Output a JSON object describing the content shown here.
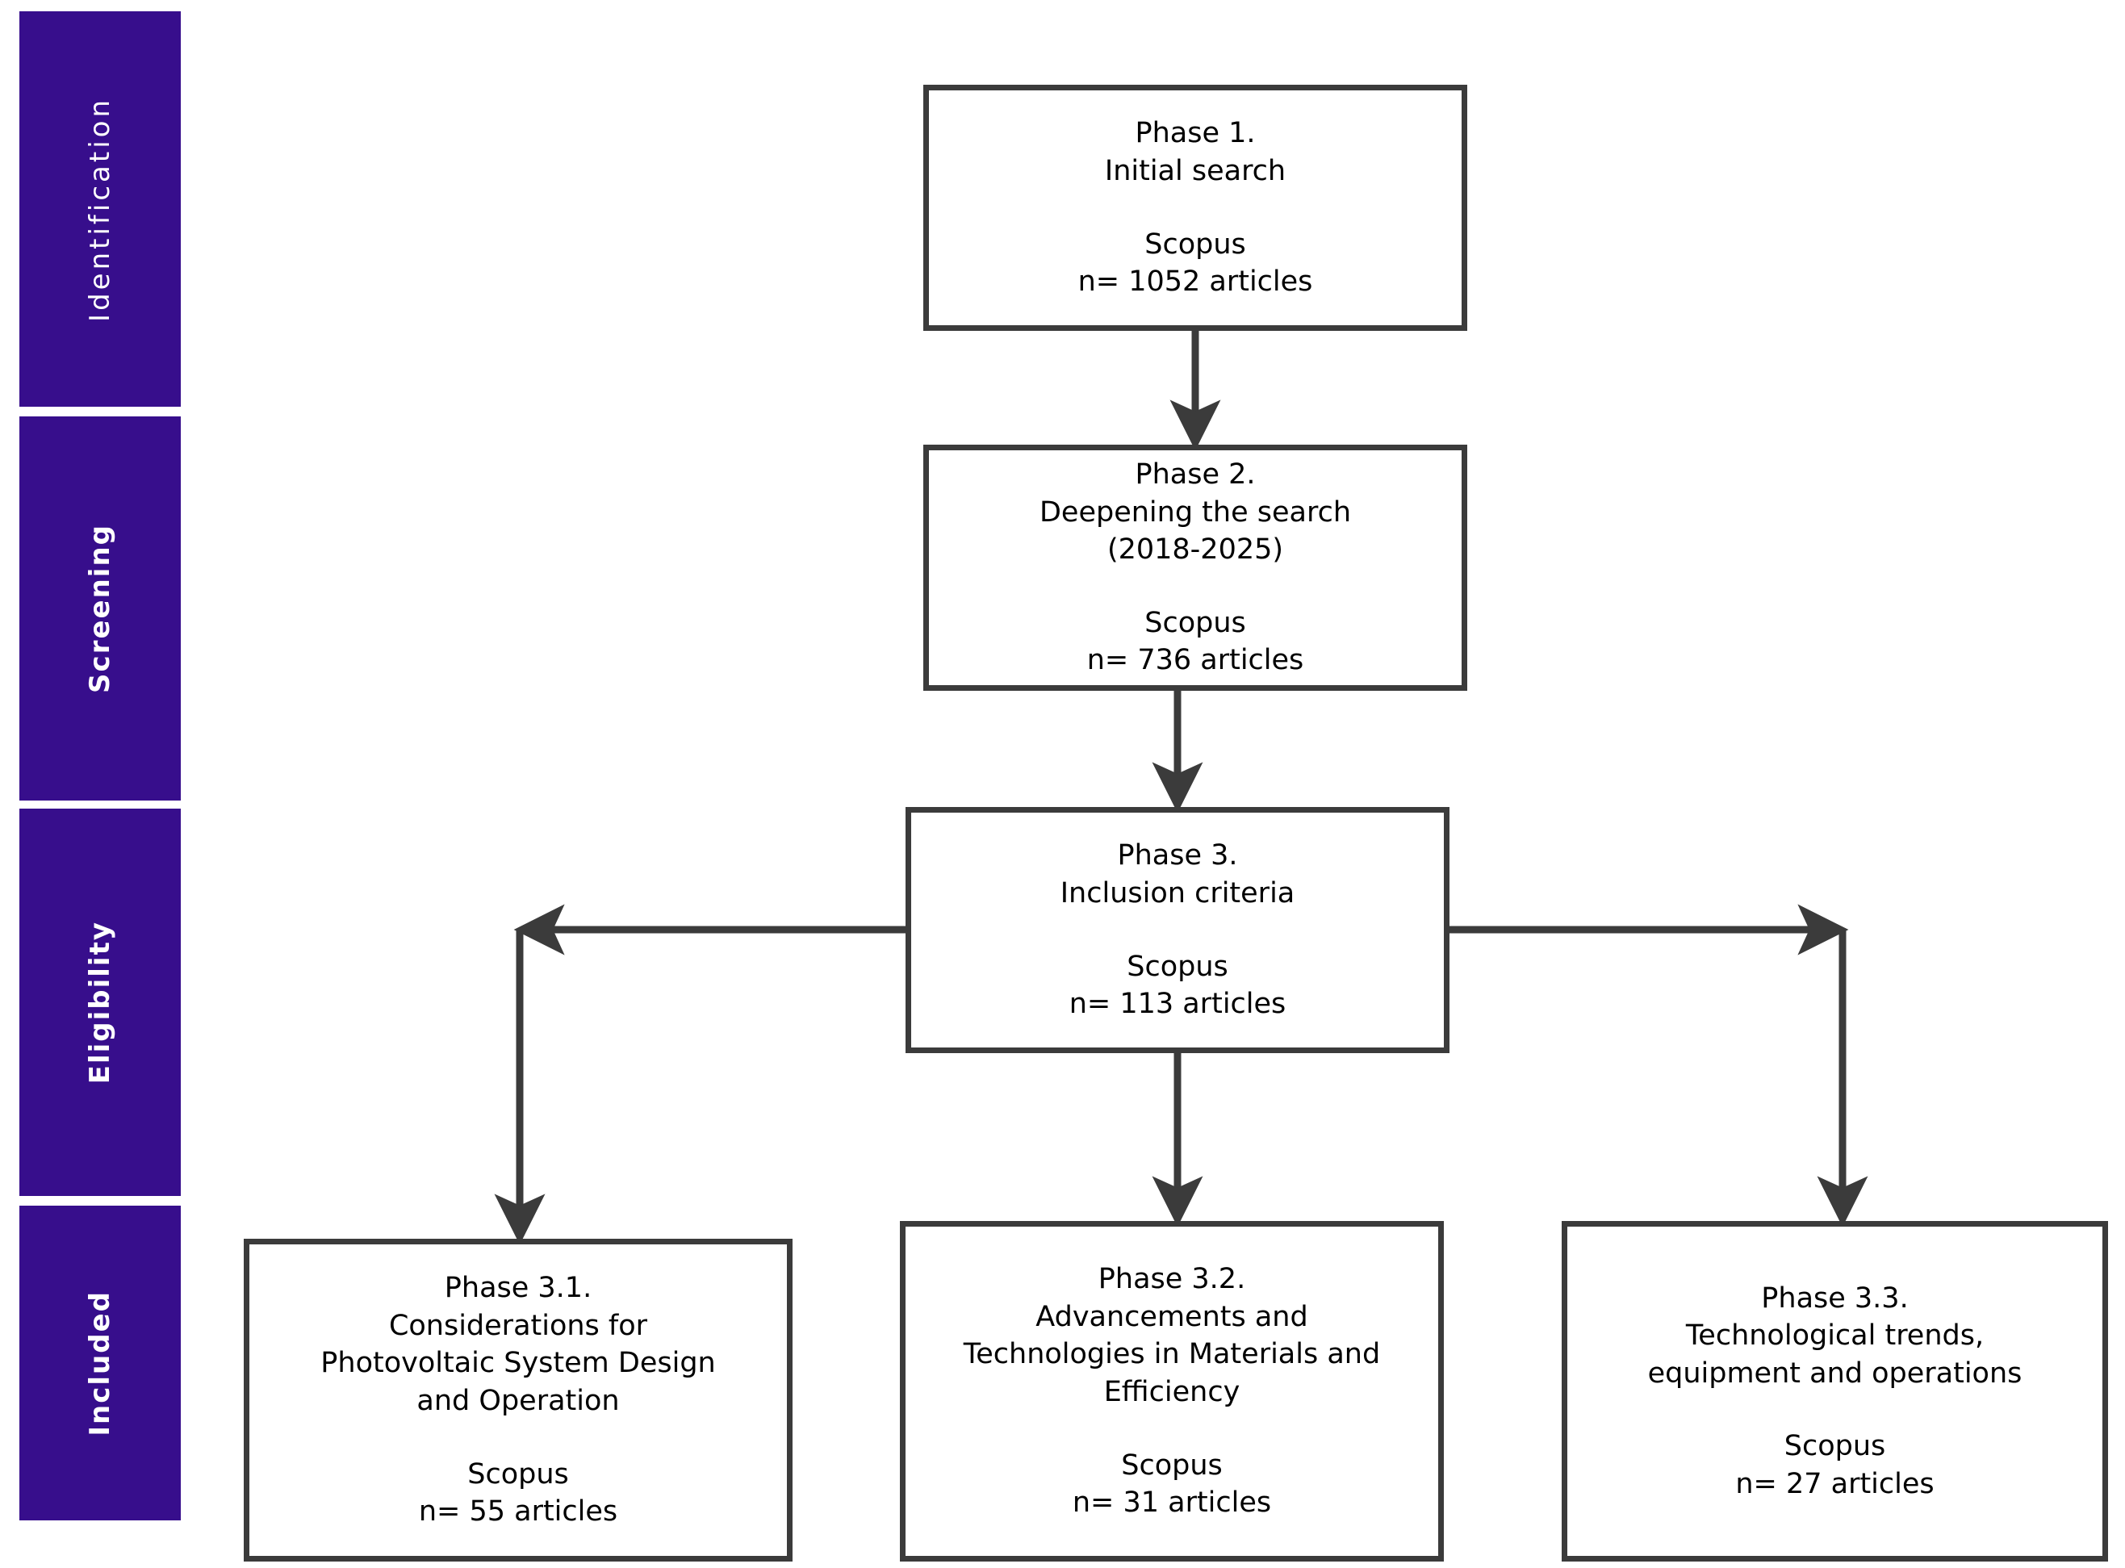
{
  "diagram": {
    "type": "prisma-flow-diagram",
    "accent_color": "#370E8C",
    "box_border_color": "#3b3b3b",
    "connector_color": "#3b3b3b",
    "background": "#ffffff"
  },
  "stages": [
    {
      "id": "identification",
      "label": "Identification",
      "weight": "light"
    },
    {
      "id": "screening",
      "label": "Screening",
      "weight": "bold"
    },
    {
      "id": "eligibility",
      "label": "Eligibility",
      "weight": "bold"
    },
    {
      "id": "included",
      "label": "Included",
      "weight": "bold"
    }
  ],
  "boxes": {
    "phase1": {
      "title": "Phase 1.\nInitial search",
      "source": "Scopus\nn= 1052  articles",
      "database": "Scopus",
      "count_text": "n= 1052  articles",
      "count": 1052
    },
    "phase2": {
      "title": "Phase 2.\nDeepening the search\n(2018-2025)",
      "source": "Scopus\nn= 736  articles",
      "database": "Scopus",
      "count_text": "n= 736  articles",
      "count": 736,
      "year_range": "2018-2025"
    },
    "phase3": {
      "title": "Phase 3.\nInclusion criteria",
      "source": "Scopus\nn= 113  articles",
      "database": "Scopus",
      "count_text": "n= 113  articles",
      "count": 113
    },
    "phase31": {
      "title": "Phase 3.1.\nConsiderations for\nPhotovoltaic System Design\nand Operation",
      "source": "Scopus\nn= 55 articles",
      "database": "Scopus",
      "count_text": "n= 55 articles",
      "count": 55
    },
    "phase32": {
      "title": "Phase 3.2.\nAdvancements and\nTechnologies in Materials and\nEfficiency",
      "source": "Scopus\nn= 31 articles",
      "database": "Scopus",
      "count_text": "n= 31 articles",
      "count": 31
    },
    "phase33": {
      "title": "Phase 3.3.\nTechnological trends,\nequipment and operations",
      "source": "Scopus\nn= 27 articles",
      "database": "Scopus",
      "count_text": "n= 27 articles",
      "count": 27
    }
  },
  "flows": [
    {
      "from": "phase1",
      "to": "phase2",
      "kind": "vertical-arrow"
    },
    {
      "from": "phase2",
      "to": "phase3",
      "kind": "vertical-arrow"
    },
    {
      "from": "phase3",
      "to": "phase31",
      "kind": "elbow-left-arrow"
    },
    {
      "from": "phase3",
      "to": "phase32",
      "kind": "vertical-arrow"
    },
    {
      "from": "phase3",
      "to": "phase33",
      "kind": "elbow-right-arrow"
    }
  ]
}
